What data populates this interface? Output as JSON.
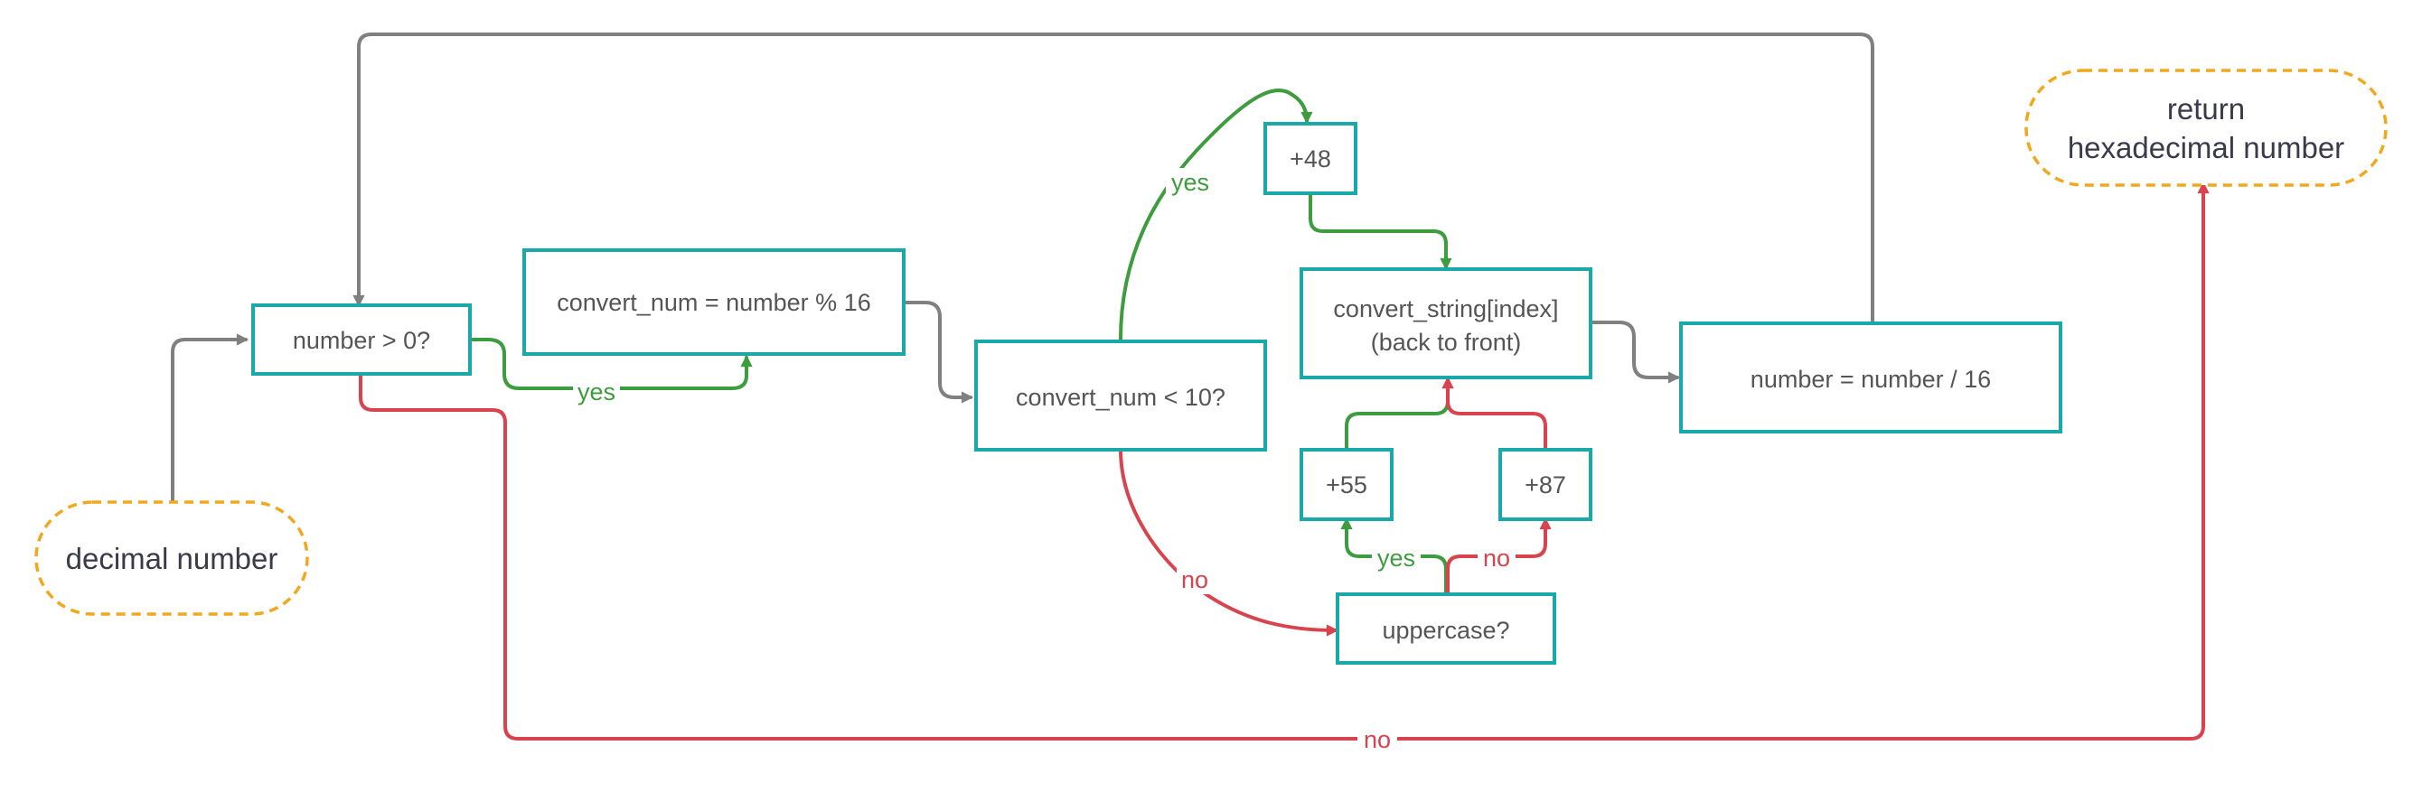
{
  "colors": {
    "box_border": "#1aa8a8",
    "terminal_border": "#f0a81e",
    "flow_gray": "#808080",
    "flow_yes": "#3d9c3d",
    "flow_no": "#d9434e",
    "text": "#555555"
  },
  "nodes": {
    "start": {
      "label": "decimal number"
    },
    "condition_positive": {
      "label": "number > 0?"
    },
    "modulo": {
      "label": "convert_num = number % 16"
    },
    "condition_lt10": {
      "label": "convert_num < 10?"
    },
    "add48": {
      "label": "+48"
    },
    "assign": {
      "line1": "convert_string[index]",
      "line2": "(back to front)"
    },
    "add55": {
      "label": "+55"
    },
    "add87": {
      "label": "+87"
    },
    "uppercase": {
      "label": "uppercase?"
    },
    "divide": {
      "label": "number = number / 16"
    },
    "end": {
      "line1": "return",
      "line2": "hexadecimal number"
    }
  },
  "edge_labels": {
    "positive_yes": "yes",
    "positive_no": "no",
    "lt10_yes": "yes",
    "lt10_no": "no",
    "uppercase_yes": "yes",
    "uppercase_no": "no"
  }
}
